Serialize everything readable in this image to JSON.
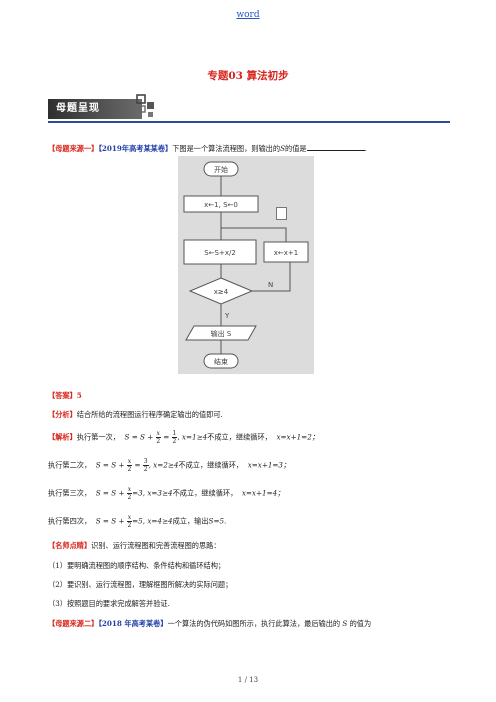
{
  "header": {
    "word": "word"
  },
  "doc_title": "专题03 算法初步",
  "banner": "母题呈现",
  "q1": {
    "src": "【母题来源一】",
    "paper": "【2019年高考某某卷】",
    "text": "下图是一个算法流程图，则输出的",
    "var": "S",
    "tail": "的值是",
    "end": "."
  },
  "flowchart": {
    "start": "开始",
    "init": "x←1, S←0",
    "update": "S←S+x/2",
    "inc": "x←x+1",
    "cond": "x≥4",
    "no": "N",
    "yes": "Y",
    "output": "输出 S",
    "end": "结束"
  },
  "answer": {
    "label": "【答案】",
    "value": "5"
  },
  "analysis": {
    "label": "【分析】",
    "text": "结合所给的流程图运行程序确定输出的值即可."
  },
  "solution": {
    "label": "【解析】",
    "steps": [
      {
        "prefix": "执行第一次，",
        "num": "x",
        "num2": "1",
        "cond": "x=1≥4",
        "status": "不成立，继续循环，",
        "act": "x=x+1=2；"
      },
      {
        "prefix": "执行第二次，",
        "num": "x",
        "num2": "3",
        "cond": "x=2≥4",
        "status": "不成立，继续循环，",
        "act": "x=x+1=3；"
      },
      {
        "prefix": "执行第三次，",
        "num": "x",
        "num2": "",
        "cond": "=3, x=3≥4",
        "status": "不成立，继续循环，",
        "act": "x=x+1=4；"
      },
      {
        "prefix": "执行第四次，",
        "num": "x",
        "num2": "",
        "cond": "=5, x=4≥4",
        "status": "成立，输出",
        "act": "S=5."
      }
    ]
  },
  "tips": {
    "label": "【名师点睛】",
    "intro": "识别、运行流程图和完善流程图的思路：",
    "items": [
      "（1）要明确流程图的顺序结构、条件结构和循环结构；",
      "（2）要识别、运行流程图，理解框图所解决的实际问题；",
      "（3）按照题目的要求完成解答并验证."
    ]
  },
  "q2": {
    "src": "【母题来源二】",
    "paper": "【2018 年高考某卷】",
    "text": "一个算法的伪代码如图所示，执行此算法，最后输出的",
    "var": "S",
    "tail": "的值为"
  },
  "footer": "1 / 13"
}
